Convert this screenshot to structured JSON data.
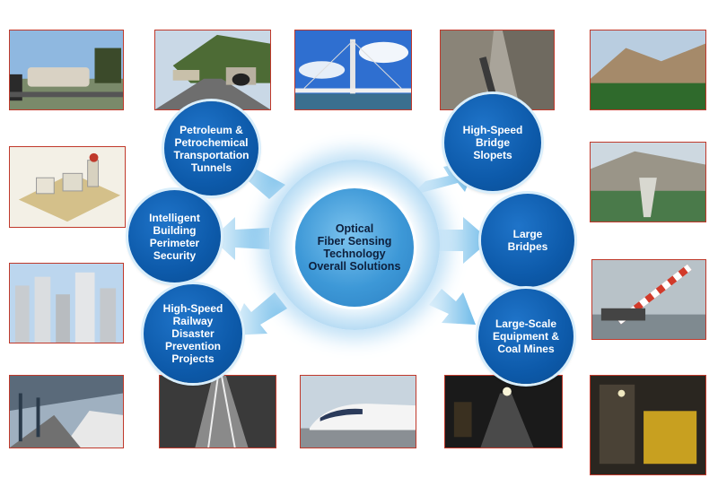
{
  "hub": {
    "label": "Optical\nFiber Sensing\nTechnology\nOverall Solutions"
  },
  "nodes": {
    "petroleum": "Petroleum &\nPetrochemical\nTransportation\nTunnels",
    "building": "Intelligent\nBuilding\nPerimeter\nSecurity",
    "railway": "High-Speed\nRailway\nDisaster\nPrevention\nProjects",
    "bridge_slopes": "High-Speed\nBridge\nSlopets",
    "large_bridges": "Large\nBridpes",
    "equipment": "Large-Scale\nEquipment &\nCoal Mines"
  },
  "colors": {
    "node_blue": "#0d5aaa",
    "hub_blue": "#3d98d7",
    "arrow_blue": "#5fb3e6",
    "photo_border": "#c0392b"
  }
}
